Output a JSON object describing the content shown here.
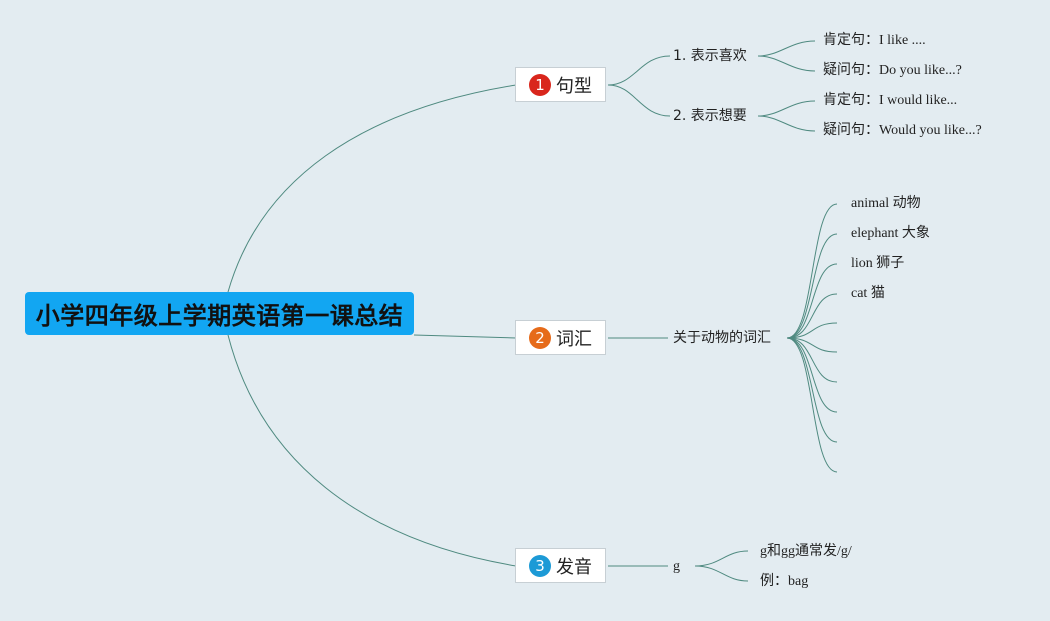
{
  "root": "小学四年级上学期英语第一课总结",
  "colors": {
    "root_bg": "#12a6f2",
    "badge1": "#d9261c",
    "badge2": "#e66b1a",
    "badge3": "#1c9ad6",
    "line": "#4f8a80"
  },
  "branches": [
    {
      "num": "1",
      "label": "句型"
    },
    {
      "num": "2",
      "label": "词汇"
    },
    {
      "num": "3",
      "label": "发音"
    }
  ],
  "sentence_patterns": [
    {
      "label": "1. 表示喜欢",
      "items": [
        "肯定句：I like ....",
        "疑问句：Do you like...?"
      ]
    },
    {
      "label": "2. 表示想要",
      "items": [
        "肯定句：I would like...",
        "疑问句：Would you like...?"
      ]
    }
  ],
  "vocabulary": {
    "label": "关于动物的词汇",
    "items": [
      "animal 动物",
      "elephant 大象",
      "lion 狮子",
      "cat 猫",
      "",
      "",
      "",
      "",
      "",
      ""
    ]
  },
  "pronunciation": {
    "label": "g",
    "items": [
      "g和gg通常发/g/",
      "例：bag"
    ]
  }
}
